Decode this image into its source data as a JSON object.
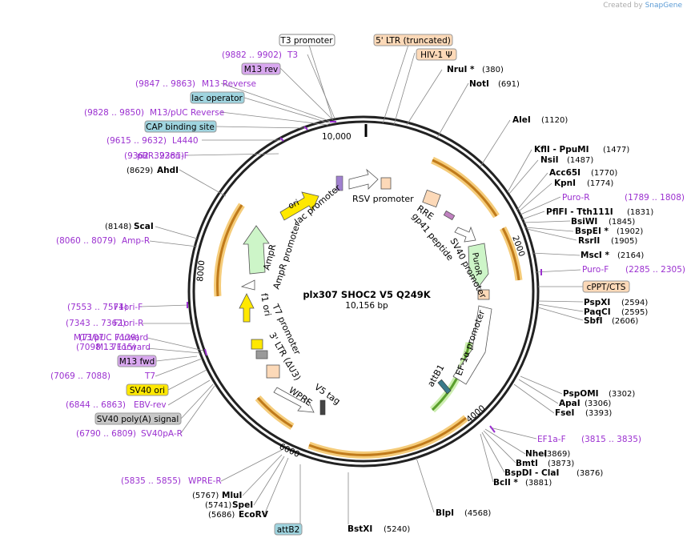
{
  "credit": {
    "prefix": "Created by",
    "brand": "SnapGene"
  },
  "plasmid": {
    "name": "plx307 SHOC2 V5 Q249K",
    "length": "10,156 bp",
    "total_bp": 10156
  },
  "ticks": [
    "10,000",
    "2000",
    "4000",
    "6000",
    "8000"
  ],
  "boxed_labels": [
    {
      "text": "T3 promoter",
      "style": "white"
    },
    {
      "text": "5' LTR (truncated)",
      "style": "peach"
    },
    {
      "text": "HIV-1 Ψ",
      "style": "peach"
    },
    {
      "text": "M13 rev",
      "style": "violet"
    },
    {
      "text": "lac operator",
      "style": "teal"
    },
    {
      "text": "CAP binding site",
      "style": "teal"
    },
    {
      "text": "cPPT/CTS",
      "style": "peach"
    },
    {
      "text": "M13 fwd",
      "style": "violet"
    },
    {
      "text": "SV40 ori",
      "style": "yellow"
    },
    {
      "text": "SV40 poly(A) signal",
      "style": "gray"
    },
    {
      "text": "attB2",
      "style": "teal"
    }
  ],
  "purple_left": [
    {
      "range": "(9882 .. 9902)",
      "name": "T3"
    },
    {
      "range": "(9847 .. 9863)",
      "name": "M13 Reverse"
    },
    {
      "range": "(9828 .. 9850)",
      "name": "M13/pUC Reverse"
    },
    {
      "range": "(9615 .. 9632)",
      "name": "L4440"
    },
    {
      "range": "(9362 .. 9381)",
      "name": "pBR322ori-F"
    },
    {
      "range": "(8060 .. 8079)",
      "name": "Amp-R"
    },
    {
      "range": "(7553 .. 7574)",
      "name": "F1ori-F"
    },
    {
      "range": "(7343 .. 7362)",
      "name": "F1ori-R"
    },
    {
      "range": "(7107 .. 7129)",
      "name": "M13/pUC Forward"
    },
    {
      "range": "(7098 .. 7115)",
      "name": "M13 Forward"
    },
    {
      "range": "(7069 .. 7088)",
      "name": "T7"
    },
    {
      "range": "(6844 .. 6863)",
      "name": "EBV-rev"
    },
    {
      "range": "(6790 .. 6809)",
      "name": "SV40pA-R"
    },
    {
      "range": "(5835 .. 5855)",
      "name": "WPRE-R"
    }
  ],
  "purple_right": [
    {
      "name": "Puro-R",
      "range": "(1789 .. 1808)"
    },
    {
      "name": "Puro-F",
      "range": "(2285 .. 2305)"
    },
    {
      "name": "EF1a-F",
      "range": "(3815 .. 3835)"
    }
  ],
  "enzymes_left": [
    {
      "pos": "(8629)",
      "name": "AhdI"
    },
    {
      "pos": "(8148)",
      "name": "ScaI"
    },
    {
      "pos": "(5767)",
      "name": "MluI"
    },
    {
      "pos": "(5741)",
      "name": "SpeI"
    },
    {
      "pos": "(5686)",
      "name": "EcoRV"
    }
  ],
  "enzymes_right": [
    {
      "name": "NruI *",
      "pos": "(380)"
    },
    {
      "name": "NotI",
      "pos": "(691)"
    },
    {
      "name": "AleI",
      "pos": "(1120)"
    },
    {
      "name": "KflI  - PpuMI",
      "pos": "(1477)"
    },
    {
      "name": "NsiI",
      "pos": "(1487)"
    },
    {
      "name": "Acc65I",
      "pos": "(1770)"
    },
    {
      "name": "KpnI",
      "pos": "(1774)"
    },
    {
      "name": "PflFI  - Tth111I",
      "pos": "(1831)"
    },
    {
      "name": "BsiWI",
      "pos": "(1845)"
    },
    {
      "name": "BspEI *",
      "pos": "(1902)"
    },
    {
      "name": "RsrII",
      "pos": "(1905)"
    },
    {
      "name": "MscI *",
      "pos": "(2164)"
    },
    {
      "name": "PspXI",
      "pos": "(2594)"
    },
    {
      "name": "PaqCI",
      "pos": "(2595)"
    },
    {
      "name": "SbfI",
      "pos": "(2606)"
    },
    {
      "name": "PspOMI",
      "pos": "(3302)"
    },
    {
      "name": "ApaI",
      "pos": "(3306)"
    },
    {
      "name": "FseI",
      "pos": "(3393)"
    },
    {
      "name": "NheI",
      "pos": "(3869)"
    },
    {
      "name": "BmtI",
      "pos": "(3873)"
    },
    {
      "name": "BspDI  - ClaI",
      "pos": "(3876)"
    },
    {
      "name": "BclI *",
      "pos": "(3881)"
    },
    {
      "name": "BlpI",
      "pos": "(4568)"
    },
    {
      "name": "BstXI",
      "pos": "(5240)"
    }
  ],
  "inner_features": {
    "ori": "ori",
    "lac_promoter": "lac promoter",
    "rsv_promoter": "RSV promoter",
    "rre": "RRE",
    "gp41": "gp41 peptide",
    "sv40_promoter": "SV40 promoter",
    "puror": "PuroR",
    "ampr": "AmpR",
    "ampr_promoter": "AmpR promoter",
    "f1_ori": "f1 ori",
    "t7_promoter": "T7 promoter",
    "ltr3": "3' LTR (ΔU3)",
    "wpre": "WPRE",
    "v5_tag": "V5 tag",
    "attb1": "attB1",
    "ef1a_promoter": "EF-1α promoter"
  },
  "colors": {
    "orange_arrow": "#c07a1a",
    "orange_glow": "#f5cc7a",
    "green_arrow": "#5aa02c",
    "green_glow": "#cdeeb0",
    "yellow": "#ffe800",
    "purple": "#9b30d0",
    "peach": "#fcd9b8",
    "teal": "#9fd4df",
    "violet": "#d9a8f0",
    "gray": "#c8c8c8"
  }
}
